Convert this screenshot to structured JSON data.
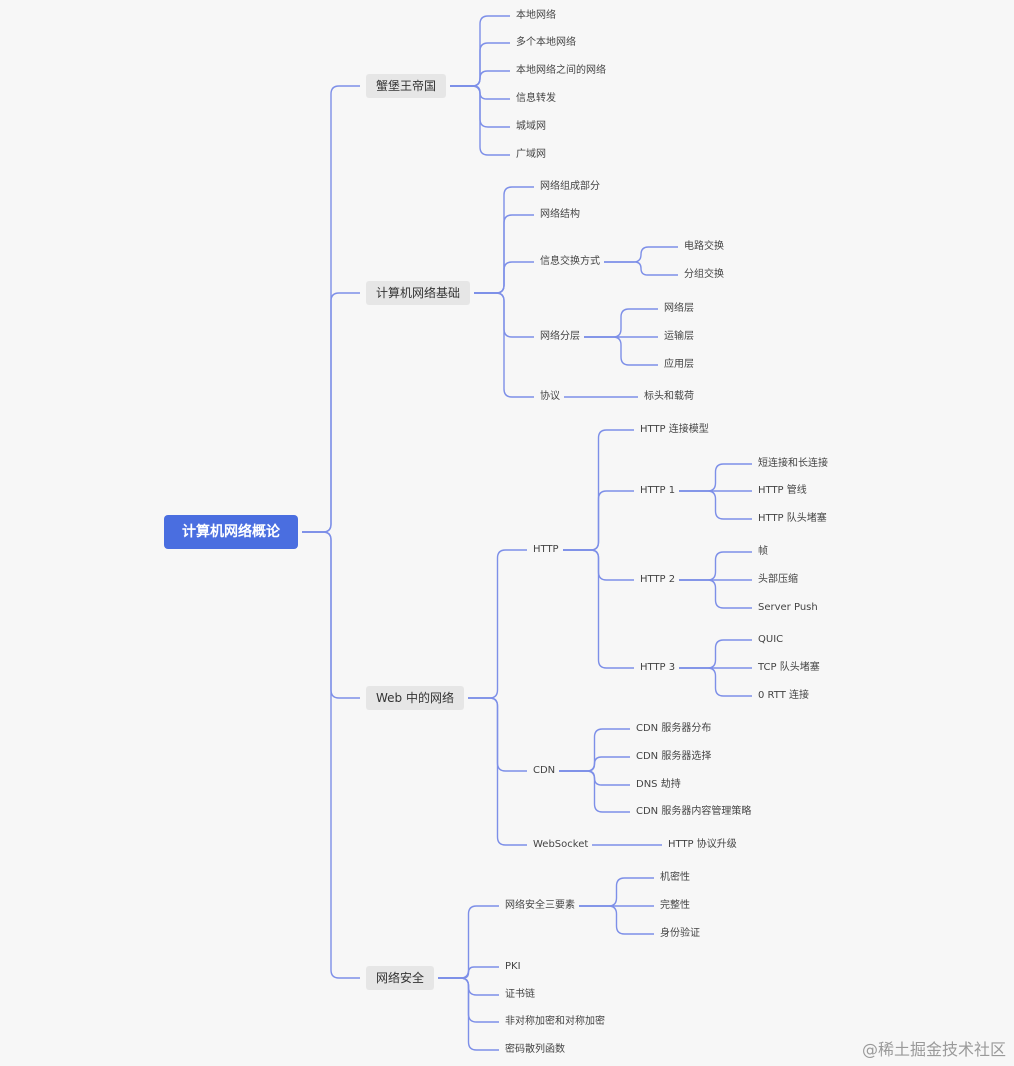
{
  "root": {
    "label": "计算机网络概论",
    "children": [
      {
        "label": "蟹堡王帝国",
        "children": [
          {
            "label": "本地网络"
          },
          {
            "label": "多个本地网络"
          },
          {
            "label": "本地网络之间的网络"
          },
          {
            "label": "信息转发"
          },
          {
            "label": "城域网"
          },
          {
            "label": "广域网"
          }
        ]
      },
      {
        "label": "计算机网络基础",
        "children": [
          {
            "label": "网络组成部分"
          },
          {
            "label": "网络结构"
          },
          {
            "label": "信息交换方式",
            "children": [
              {
                "label": "电路交换"
              },
              {
                "label": "分组交换"
              }
            ]
          },
          {
            "label": "网络分层",
            "children": [
              {
                "label": "网络层"
              },
              {
                "label": "运输层"
              },
              {
                "label": "应用层"
              }
            ]
          },
          {
            "label": "协议",
            "children": [
              {
                "label": "标头和载荷"
              }
            ]
          }
        ]
      },
      {
        "label": "Web 中的网络",
        "children": [
          {
            "label": "HTTP",
            "children": [
              {
                "label": "HTTP 连接模型"
              },
              {
                "label": "HTTP 1",
                "children": [
                  {
                    "label": "短连接和长连接"
                  },
                  {
                    "label": "HTTP 管线"
                  },
                  {
                    "label": "HTTP 队头堵塞"
                  }
                ]
              },
              {
                "label": "HTTP 2",
                "children": [
                  {
                    "label": "帧"
                  },
                  {
                    "label": "头部压缩"
                  },
                  {
                    "label": "Server Push"
                  }
                ]
              },
              {
                "label": "HTTP 3",
                "children": [
                  {
                    "label": "QUIC"
                  },
                  {
                    "label": "TCP 队头堵塞"
                  },
                  {
                    "label": "0 RTT 连接"
                  }
                ]
              }
            ]
          },
          {
            "label": "CDN",
            "children": [
              {
                "label": "CDN 服务器分布"
              },
              {
                "label": "CDN 服务器选择"
              },
              {
                "label": "DNS 劫持"
              },
              {
                "label": "CDN 服务器内容管理策略"
              }
            ]
          },
          {
            "label": "WebSocket",
            "children": [
              {
                "label": "HTTP 协议升级"
              }
            ]
          }
        ]
      },
      {
        "label": "网络安全",
        "children": [
          {
            "label": "网络安全三要素",
            "children": [
              {
                "label": "机密性"
              },
              {
                "label": "完整性"
              },
              {
                "label": "身份验证"
              }
            ]
          },
          {
            "label": "PKI"
          },
          {
            "label": "证书链"
          },
          {
            "label": "非对称加密和对称加密"
          },
          {
            "label": "密码散列函数"
          }
        ]
      }
    ]
  },
  "watermark": "@稀土掘金技术社区",
  "colors": {
    "root_bg": "#4a6ee0",
    "edge": "#7d8fe8",
    "l1_bg": "#e6e6e6",
    "background": "#f7f7f7"
  }
}
